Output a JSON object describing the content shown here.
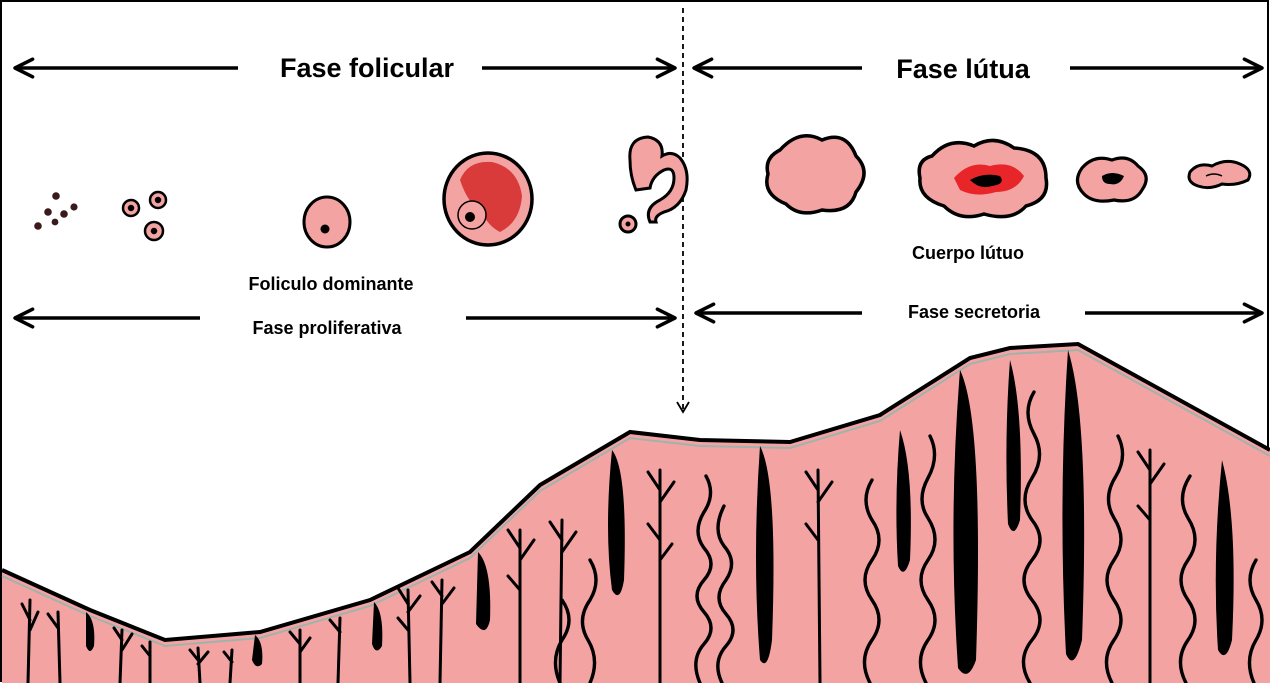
{
  "labels": {
    "follicular_phase": "Fase folicular",
    "luteal_phase": "Fase lútua",
    "dominant_follicle": "Foliculo dominante",
    "corpus_luteum": "Cuerpo lútuo",
    "proliferative_phase": "Fase proliferativa",
    "secretory_phase": "Fase secretoria"
  },
  "colors": {
    "tissue_pink": "#f4a3a3",
    "dark_red": "#d93a3a",
    "bright_red": "#e8262a",
    "outline": "#000000",
    "gland_edge": "#9fb3ad"
  },
  "follicle_stages": [
    "primordial-follicles",
    "primary-follicles",
    "dominant-follicle",
    "preovulatory-follicle",
    "ovulation-rupture",
    "early-corpus-luteum",
    "corpus-luteum",
    "regressing-corpus-luteum",
    "corpus-albicans"
  ]
}
